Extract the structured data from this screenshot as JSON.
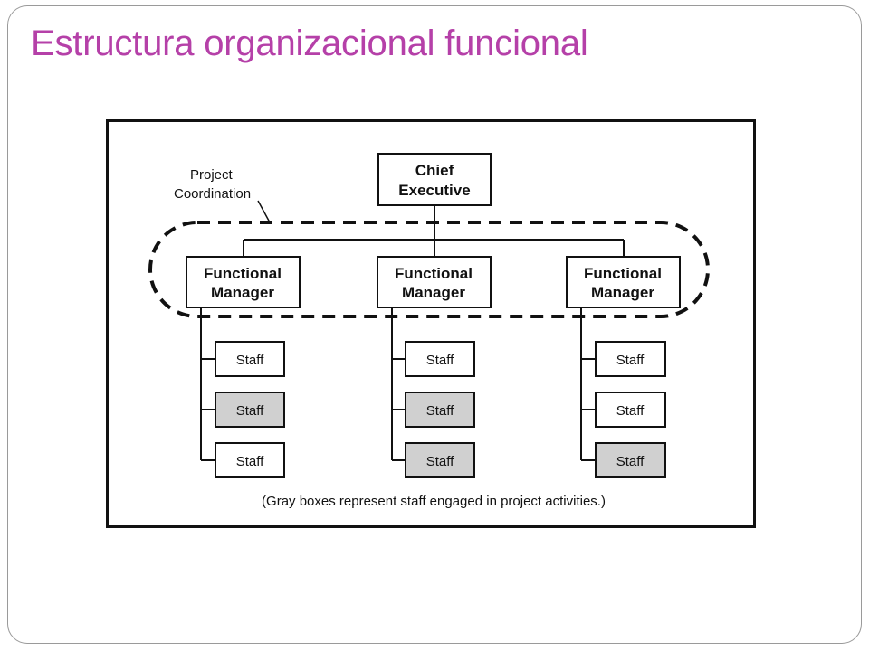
{
  "slide": {
    "title": "Estructura organizacional funcional"
  },
  "diagram": {
    "chief": {
      "line1": "Chief",
      "line2": "Executive"
    },
    "coordination": {
      "line1": "Project",
      "line2": "Coordination"
    },
    "managers": [
      {
        "line1": "Functional",
        "line2": "Manager",
        "staff": [
          {
            "label": "Staff",
            "project": false
          },
          {
            "label": "Staff",
            "project": true
          },
          {
            "label": "Staff",
            "project": false
          }
        ]
      },
      {
        "line1": "Functional",
        "line2": "Manager",
        "staff": [
          {
            "label": "Staff",
            "project": false
          },
          {
            "label": "Staff",
            "project": true
          },
          {
            "label": "Staff",
            "project": true
          }
        ]
      },
      {
        "line1": "Functional",
        "line2": "Manager",
        "staff": [
          {
            "label": "Staff",
            "project": false
          },
          {
            "label": "Staff",
            "project": false
          },
          {
            "label": "Staff",
            "project": true
          }
        ]
      }
    ],
    "note": "(Gray boxes represent staff engaged in project activities.)",
    "colors": {
      "project_staff_fill": "#d0d0d0",
      "staff_fill": "#ffffff",
      "title": "#b540a8"
    }
  }
}
